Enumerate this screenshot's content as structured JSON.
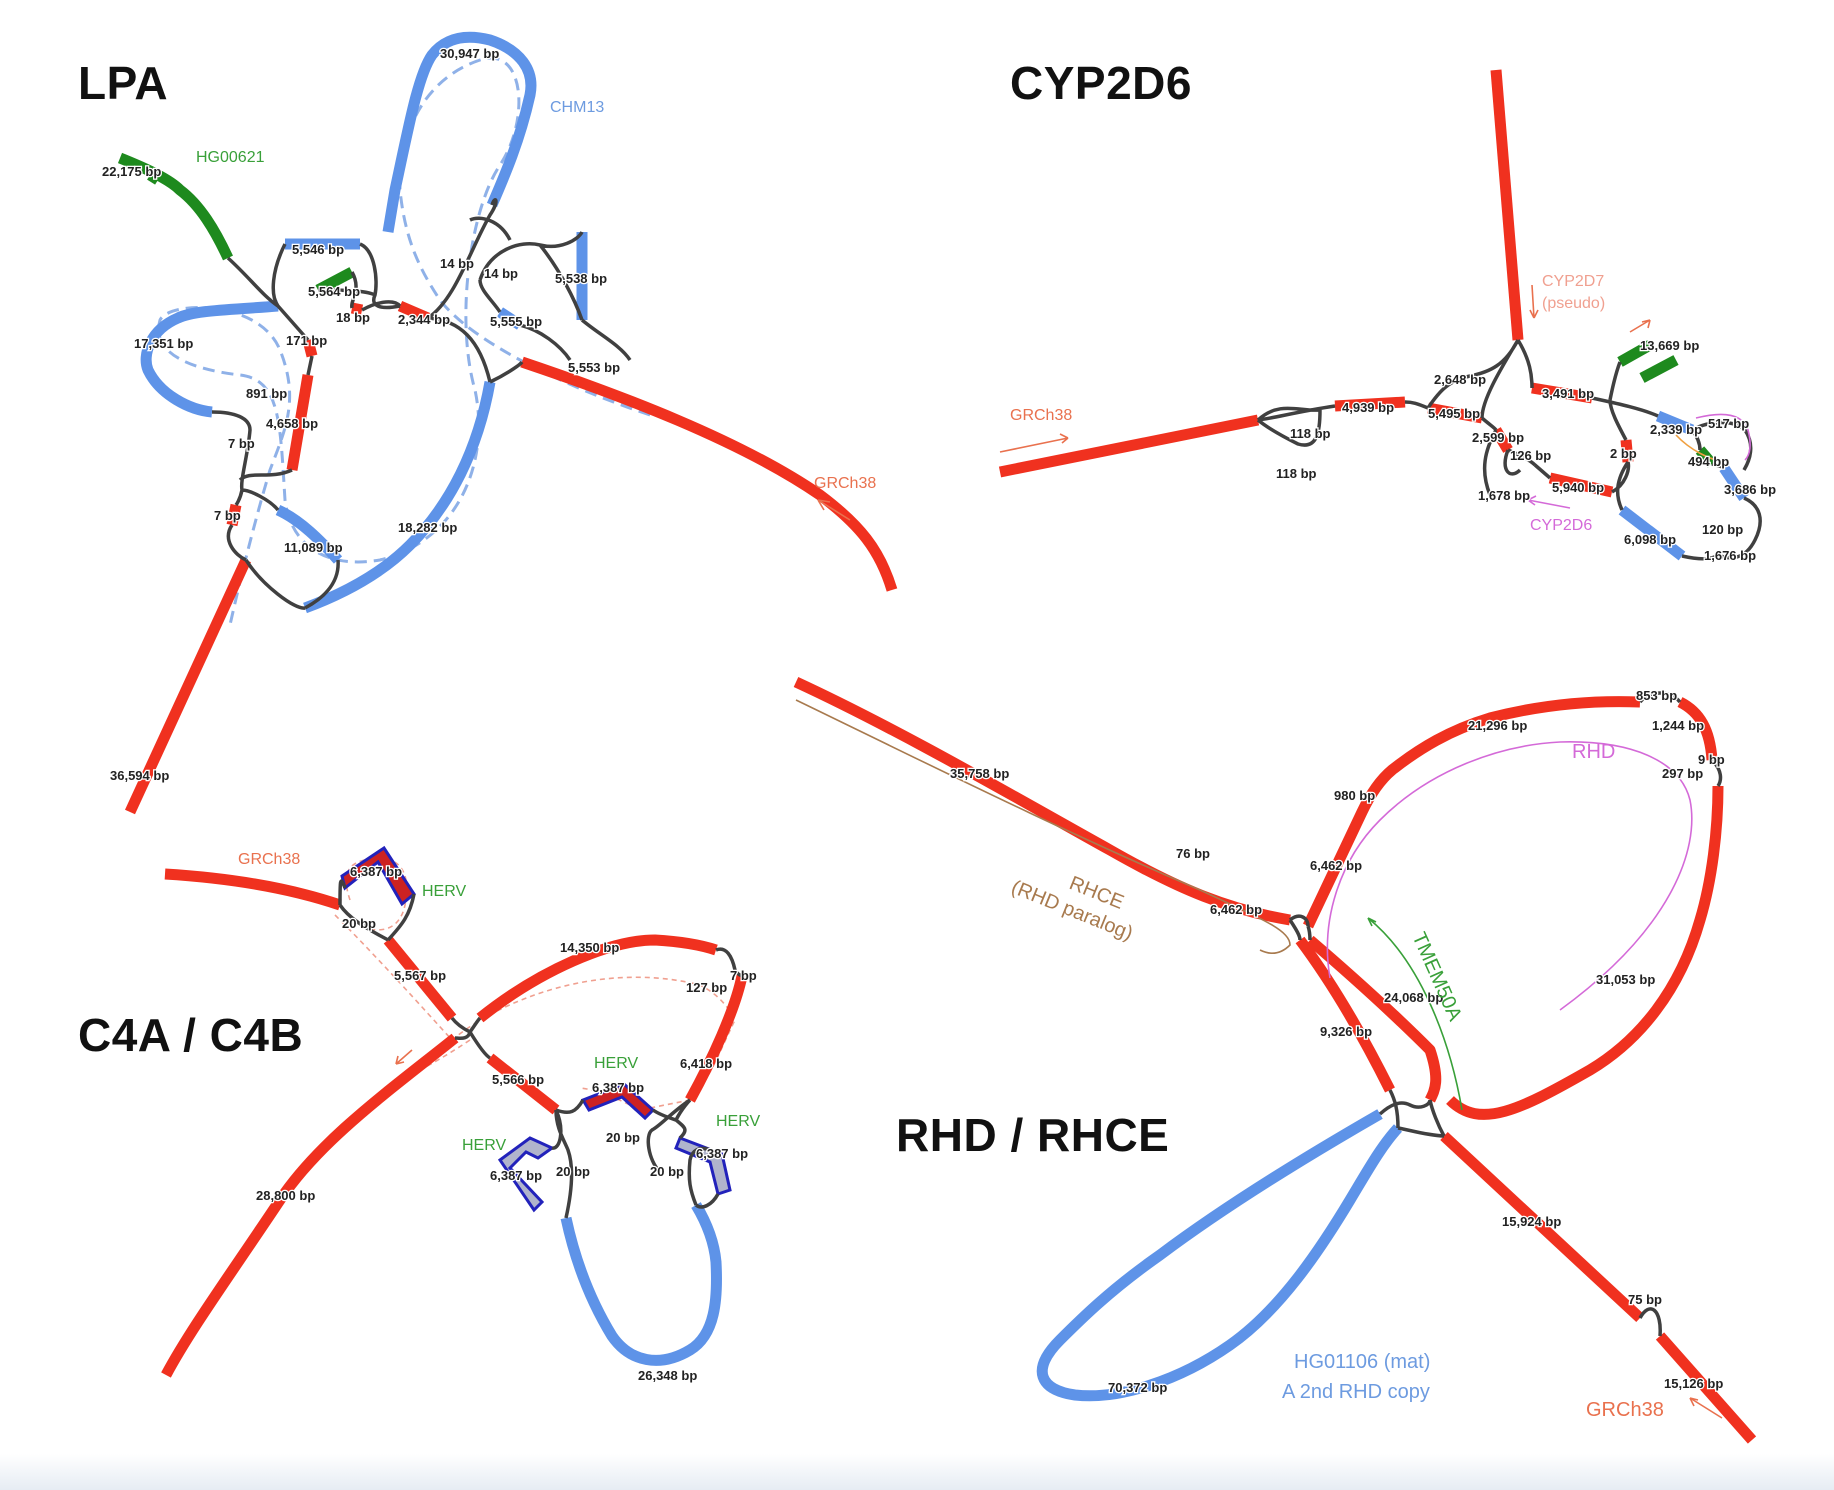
{
  "panels": {
    "lpa": {
      "title": "LPA",
      "labels": [
        "30,947 bp",
        "22,175 bp",
        "5,546 bp",
        "5,564 bp",
        "17,351 bp",
        "171 bp",
        "18 bp",
        "2,344 bp",
        "14 bp",
        "14 bp",
        "5,538 bp",
        "5,555 bp",
        "5,553 bp",
        "891 bp",
        "4,658 bp",
        "7 bp",
        "7 bp",
        "11,089 bp",
        "18,282 bp",
        "36,594 bp"
      ],
      "annotations": {
        "hg00621": "HG00621",
        "chm13": "CHM13",
        "grch38": "GRCh38"
      }
    },
    "cyp2d6": {
      "title": "CYP2D6",
      "labels": [
        "4,939 bp",
        "118 bp",
        "118 bp",
        "2,648 bp",
        "5,495 bp",
        "3,491 bp",
        "2,599 bp",
        "126 bp",
        "1,678 bp",
        "5,940 bp",
        "13,669 bp",
        "2,339 bp",
        "517 bp",
        "2 bp",
        "494 bp",
        "3,686 bp",
        "6,098 bp",
        "120 bp",
        "1,676 bp"
      ],
      "annotations": {
        "grch38": "GRCh38",
        "cyp2d7": "CYP2D7",
        "pseudo": "(pseudo)",
        "cyp2d6": "CYP2D6"
      }
    },
    "c4": {
      "title": "C4A / C4B",
      "labels": [
        "6,387 bp",
        "20 bp",
        "5,567 bp",
        "14,350 bp",
        "7 bp",
        "127 bp",
        "6,418 bp",
        "5,566 bp",
        "6,387 bp",
        "20 bp",
        "20 bp",
        "20 bp",
        "6,387 bp",
        "6,387 bp",
        "28,800 bp",
        "26,348 bp"
      ],
      "annotations": {
        "grch38": "GRCh38",
        "herv1": "HERV",
        "herv2": "HERV",
        "herv3": "HERV",
        "herv4": "HERV"
      }
    },
    "rhd": {
      "title": "RHD / RHCE",
      "labels": [
        "35,758 bp",
        "76 bp",
        "6,462 bp",
        "6,462 bp",
        "980 bp",
        "21,296 bp",
        "853 bp",
        "1,244 bp",
        "9 bp",
        "297 bp",
        "31,053 bp",
        "24,068 bp",
        "9,326 bp",
        "15,924 bp",
        "75 bp",
        "15,126 bp",
        "70,372 bp"
      ],
      "annotations": {
        "rhce": "RHCE",
        "rhd_paralog": "(RHD paralog)",
        "rhd": "RHD",
        "tmem50a": "TMEM50A",
        "hg01106": "HG01106 (mat)",
        "second_copy": "A 2nd RHD copy",
        "grch38": "GRCh38"
      }
    }
  },
  "colors": {
    "grch38_segment": "#f0311f",
    "chm13_segment": "#5e93e8",
    "hg00621_segment": "#1e8a1e",
    "link": "#404040",
    "annotation_orange": "#e9714e",
    "annotation_green": "#39a039",
    "annotation_blue": "#6d9be0",
    "annotation_magenta": "#d46ad8",
    "annotation_brown": "#a87a4e"
  }
}
